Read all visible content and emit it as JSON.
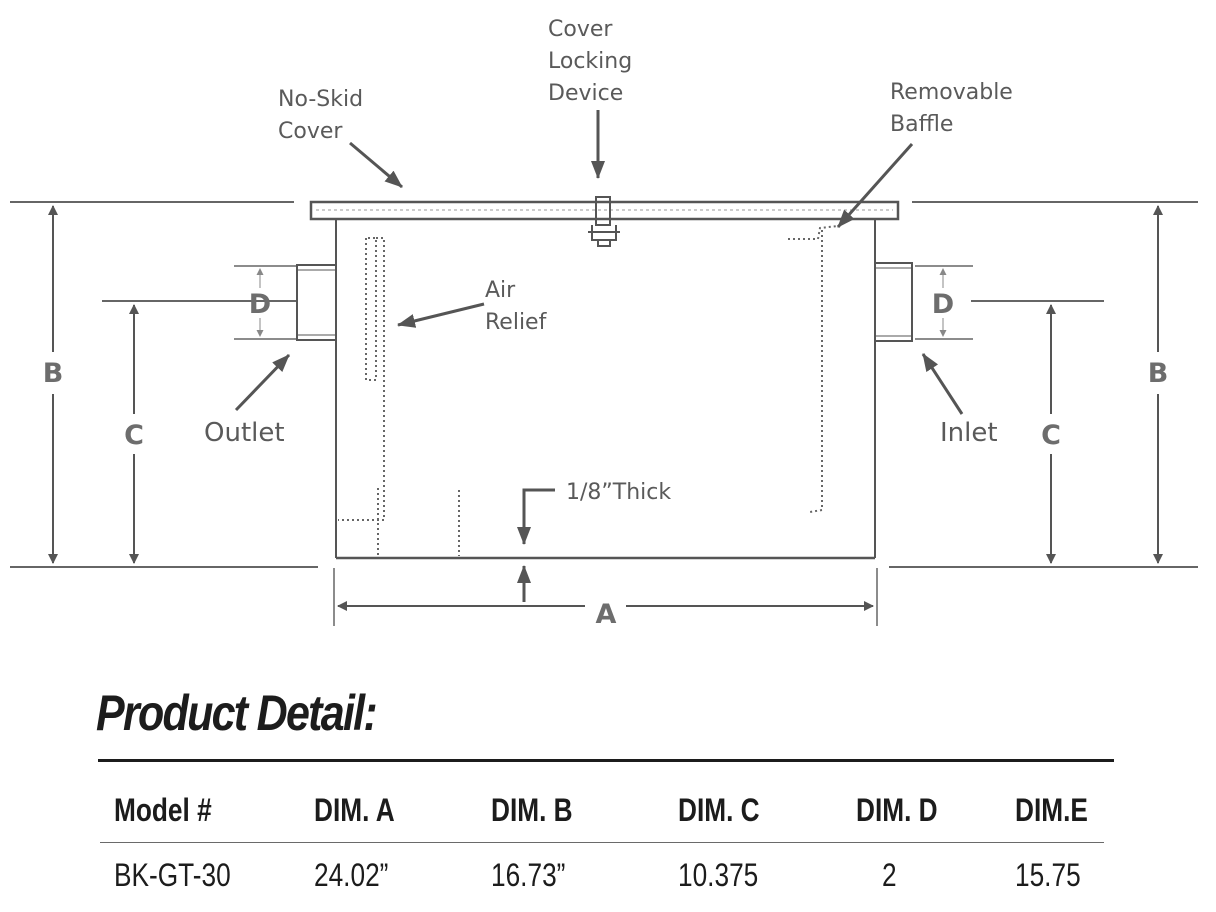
{
  "diagram": {
    "labels": {
      "no_skid_line1": "No-Skid",
      "no_skid_line2": "Cover",
      "cover_lock_line1": "Cover",
      "cover_lock_line2": "Locking",
      "cover_lock_line3": "Device",
      "baffle_line1": "Removable",
      "baffle_line2": "Baffle",
      "air_line1": "Air",
      "air_line2": "Relief",
      "outlet": "Outlet",
      "inlet": "Inlet",
      "thick": "1/8”Thick"
    },
    "dimensions": {
      "a": "A",
      "b_left": "B",
      "b_right": "B",
      "c_left": "C",
      "c_right": "C",
      "d_left": "D",
      "d_right": "D"
    }
  },
  "product_detail": {
    "title": "Product Detail:",
    "columns": [
      "Model #",
      "DIM. A",
      "DIM. B",
      "DIM. C",
      "DIM. D",
      "DIM.E"
    ],
    "rows": [
      [
        "BK-GT-30",
        "24.02”",
        "16.73”",
        "10.375",
        "2",
        "15.75"
      ]
    ]
  }
}
